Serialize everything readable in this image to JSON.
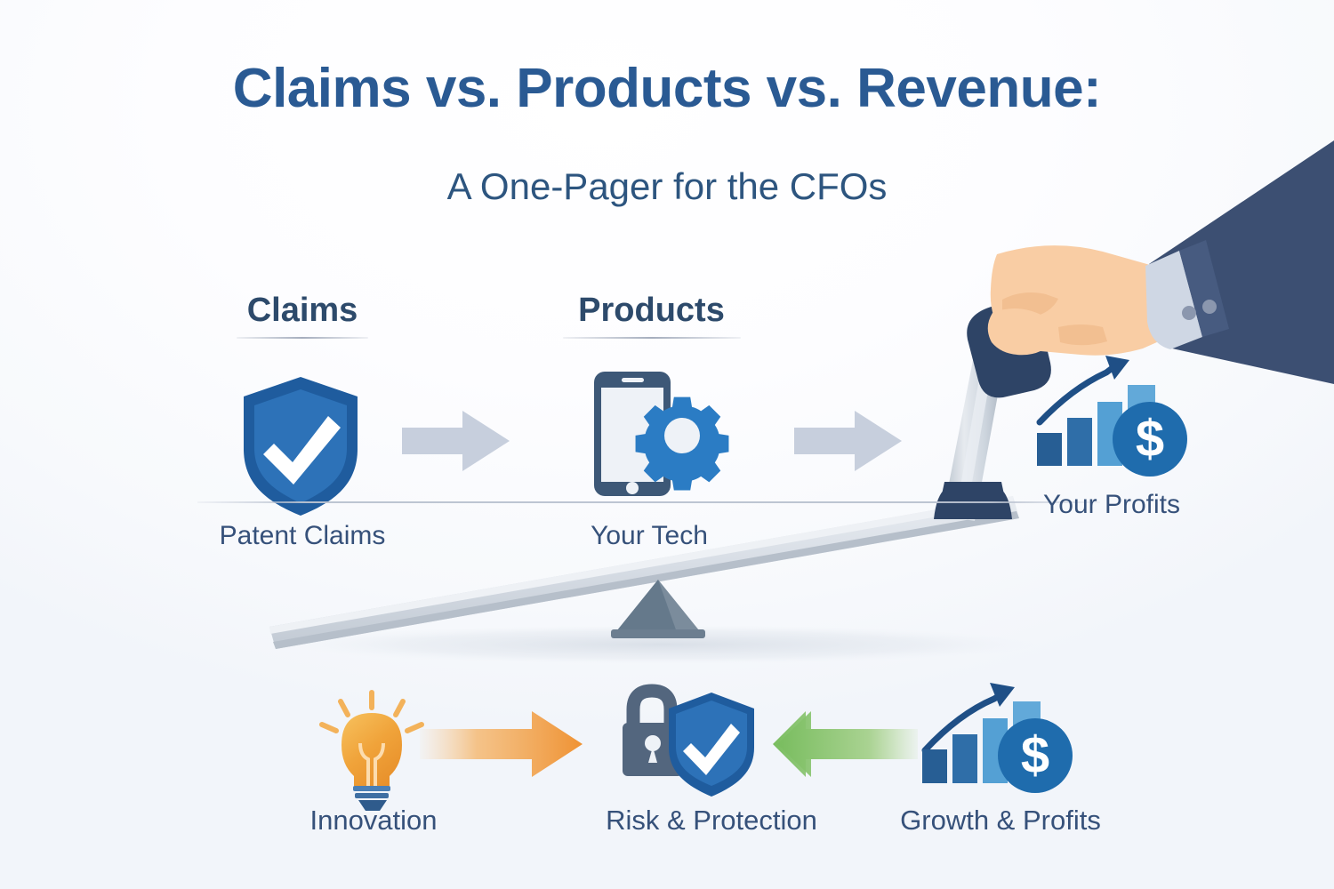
{
  "header": {
    "title": "Claims vs. Products vs. Revenue:",
    "subtitle": "A One-Pager for the CFOs"
  },
  "columns": [
    {
      "heading": "Claims",
      "caption": "Patent Claims",
      "icon": "shield-check-icon"
    },
    {
      "heading": "Products",
      "caption": "Your Tech",
      "icon": "smartphone-gear-icon"
    },
    {
      "heading": "",
      "caption": "Your Profits",
      "icon": "growth-chart-dollar-icon"
    }
  ],
  "flow": {
    "arrow_1": "arrow-right-icon",
    "arrow_2": "arrow-right-icon",
    "lever": "lever-handle-icon",
    "fulcrum": "fulcrum-triangle-icon",
    "beam": "lever-beam-icon",
    "hand": "hand-grabbing-icon"
  },
  "bottom_row": [
    {
      "label": "Innovation",
      "icon": "lightbulb-icon",
      "arrow": "orange-arrow-right-icon"
    },
    {
      "label": "Risk & Protection",
      "icon": "lock-shield-icon",
      "arrow": "green-arrow-left-icon"
    },
    {
      "label": "Growth & Profits",
      "icon": "growth-chart-dollar-icon",
      "arrow": ""
    }
  ],
  "colors": {
    "title_blue": "#2a5a93",
    "subtitle_blue": "#2d557f",
    "heading_navy": "#2d4a6b",
    "caption_navy": "#36517a",
    "shield_blue": "#2d72b8",
    "shield_dark_blue": "#1f5c9e",
    "gear_blue": "#2b7cc4",
    "phone_slate": "#3d5877",
    "bar_dark": "#275e94",
    "bar_light": "#54a0d4",
    "coin_blue": "#1f6cad",
    "arrow_gray": "#c7cfdd",
    "arrow_orange": "#f0952f",
    "arrow_green": "#7cc063",
    "bulb_orange": "#f0a33a",
    "lock_slate": "#53667e",
    "sleeve_navy": "#3c4f72",
    "cuff_light": "#cfd7e4",
    "skin": "#f7c9a0",
    "lever_handle": "#2e4466",
    "beam_gray": "#d4dae2",
    "fulcrum_gray": "#6c7e90",
    "divider_gray": "#bac2d0"
  }
}
